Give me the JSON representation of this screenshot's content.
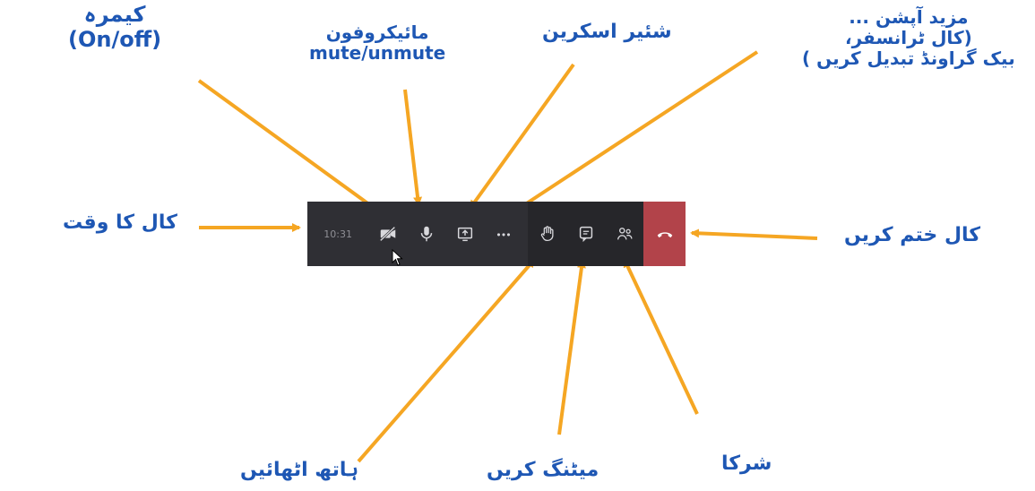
{
  "labels": {
    "camera": [
      "کیمرہ",
      "(On/off)"
    ],
    "microphone": [
      "مائیکروفون",
      "mute/unmute"
    ],
    "share_screen": "شئیر اسکرین",
    "more_options": [
      "مزید آپشن ...",
      "(کال ٹرانسفر،",
      "بیک گراونڈ تبدیل کریں )"
    ],
    "call_time": "کال کا وقت",
    "end_call": "کال ختم کریں",
    "raise_hand": "ہاتھ اٹھائیں",
    "chat": "میٹنگ کریں",
    "participants": "شرکا"
  },
  "toolbar": {
    "time": "10:31",
    "buttons": [
      {
        "icon": "camera-off-icon"
      },
      {
        "icon": "microphone-icon"
      },
      {
        "icon": "share-screen-icon"
      },
      {
        "icon": "more-options-icon"
      },
      {
        "icon": "raise-hand-icon"
      },
      {
        "icon": "chat-icon"
      },
      {
        "icon": "participants-icon"
      },
      {
        "icon": "hang-up-icon"
      }
    ]
  },
  "colors": {
    "label_text": "#1e57b4",
    "arrow": "#f5a623",
    "toolbar_bg": "#26262a",
    "end_call_bg": "#b2434a"
  }
}
